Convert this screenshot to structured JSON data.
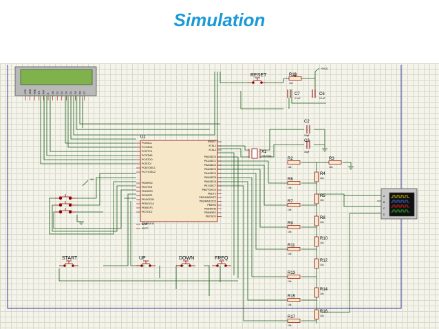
{
  "title": "Simulation",
  "mcu": {
    "ref": "U1",
    "part": "ATMEGA16",
    "left_pins": [
      "PC0/SCL",
      "PC1/SDA",
      "PC2/TCK",
      "PC3/TMS",
      "PC4/TDO",
      "PC5/TDI",
      "PC6/TOSC1",
      "PC7/TOSC2",
      "PD0/RXD",
      "PD1/TXD",
      "PD2/INT0",
      "PD3/INT1",
      "PD4/OC1B",
      "PD5/OC1A",
      "PD6/ICP1",
      "PD7/OC2",
      "AREF",
      "AVCC"
    ],
    "right_pins": [
      "RESET",
      "XTAL1",
      "XTAL2",
      "PA0/ADC0",
      "PA1/ADC1",
      "PA2/ADC2",
      "PA3/ADC3",
      "PA4/ADC4",
      "PA5/ADC5",
      "PA6/ADC6",
      "PA7/ADC7",
      "PB0/T0/XCK",
      "PB1/T1",
      "PB2/AIN0/INT2",
      "PB3/AIN1/OC0",
      "PB4/SS",
      "PB5/MOSI",
      "PB6/MISO",
      "PB7/SCK"
    ]
  },
  "lcd": {
    "pins": [
      "VSS",
      "VDD",
      "VEE",
      "RS",
      "RW",
      "E",
      "D0",
      "D1",
      "D2",
      "D3",
      "D4",
      "D5",
      "D6",
      "D7"
    ]
  },
  "crystal": {
    "ref": "X1",
    "value": "CRYSTAL"
  },
  "capacitors": [
    {
      "ref": "C7",
      "value": "0.1uF"
    },
    {
      "ref": "C6",
      "value": "0.1uF"
    },
    {
      "ref": "C2",
      "value": "15pF"
    },
    {
      "ref": "C3",
      "value": "15pF"
    }
  ],
  "resistors": [
    {
      "ref": "R19",
      "value": "10k"
    },
    {
      "ref": "R2",
      "value": "10k"
    },
    {
      "ref": "R3",
      "value": "10k"
    },
    {
      "ref": "R4",
      "value": "10k"
    },
    {
      "ref": "R5",
      "value": "10k"
    },
    {
      "ref": "R6",
      "value": "10k"
    },
    {
      "ref": "R7",
      "value": "10k"
    },
    {
      "ref": "R8",
      "value": "10k"
    },
    {
      "ref": "R9",
      "value": "10k"
    },
    {
      "ref": "R10",
      "value": "10k"
    },
    {
      "ref": "R11",
      "value": "10k"
    },
    {
      "ref": "R12",
      "value": "10k"
    },
    {
      "ref": "R13",
      "value": "10k"
    },
    {
      "ref": "R14",
      "value": "10k"
    },
    {
      "ref": "R15",
      "value": "10k"
    },
    {
      "ref": "R16",
      "value": "10k"
    },
    {
      "ref": "R17",
      "value": "10k"
    }
  ],
  "buttons": [
    "RESET",
    "START",
    "UP",
    "DOWN",
    "FREQ"
  ],
  "power_labels": [
    "+5V(2)",
    "+5V"
  ],
  "scope_channels": [
    "A",
    "B",
    "C",
    "D"
  ],
  "colors": {
    "title": "#1a9ad6",
    "wire": "#1a5c1a",
    "component": "#8b0000",
    "lcd_screen": "#7fb24c",
    "border": "#3838a0"
  }
}
